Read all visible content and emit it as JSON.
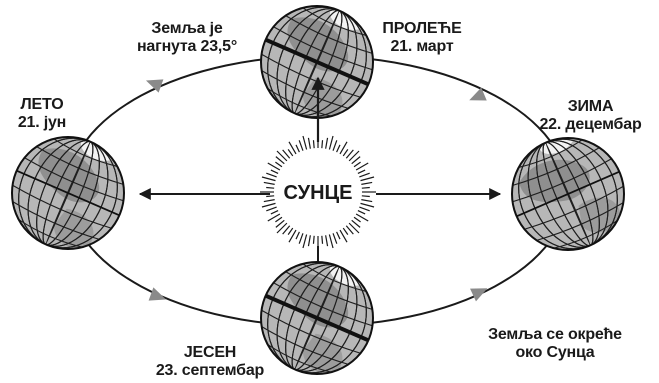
{
  "diagram": {
    "sun_label": "СУНЦЕ",
    "tilt_note": {
      "line1": "Земља је",
      "line2": "нагнута 23,5°"
    },
    "orbit_note": {
      "line1": "Земља се окреће",
      "line2": "око Сунца"
    },
    "seasons": {
      "spring": {
        "name": "ПРОЛЕЋЕ",
        "date": "21. март"
      },
      "summer": {
        "name": "ЛЕТО",
        "date": "21. јун"
      },
      "autumn": {
        "name": "ЈЕСЕН",
        "date": "23. септембар"
      },
      "winter": {
        "name": "ЗИМА",
        "date": "22. децембар"
      }
    }
  }
}
